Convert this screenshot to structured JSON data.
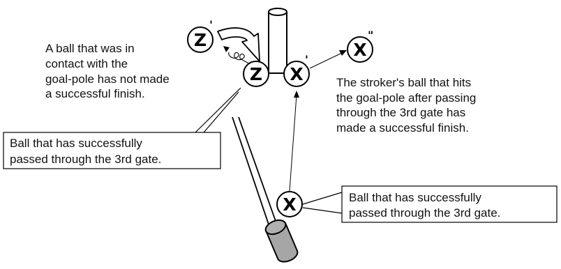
{
  "balls": {
    "z_prime": {
      "letter": "Z",
      "mark": "'"
    },
    "z": {
      "letter": "Z"
    },
    "x_prime": {
      "letter": "X",
      "mark": "'"
    },
    "x_double_prime": {
      "letter": "X",
      "mark": "\""
    },
    "x_start": {
      "letter": "X"
    }
  },
  "notes": {
    "z_not_finished": [
      "A ball that was in",
      "contact with the",
      "goal-pole has not made",
      "a successful finish."
    ],
    "x_finished": [
      "The stroker's ball that hits",
      "the goal-pole after passing",
      "through the 3rd gate has",
      "made a successful finish."
    ]
  },
  "callouts": {
    "left": [
      "Ball that has successfully",
      "passed through the 3rd gate."
    ],
    "right": [
      "Ball that has successfully",
      "passed through the 3rd gate."
    ]
  },
  "colors": {
    "mallet": "#a6a6a6",
    "line": "#000000"
  }
}
